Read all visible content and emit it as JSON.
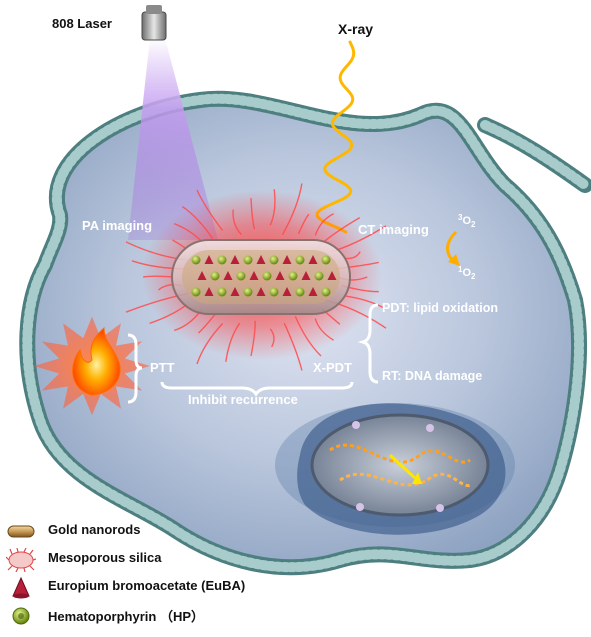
{
  "labels": {
    "laser": "808 Laser",
    "xray": "X-ray",
    "pa_imaging": "PA imaging",
    "ct_imaging": "CT imaging",
    "oxygen_triplet": "3O2",
    "oxygen_singlet": "1O2",
    "pdt": "PDT: lipid oxidation",
    "rt": "RT: DNA damage",
    "ptt": "PTT",
    "xpdt": "X-PDT",
    "inhibit": "Inhibit recurrence"
  },
  "legend": {
    "gold_nanorods": "Gold nanorods",
    "mesoporous_silica": "Mesoporous silica",
    "euba": "Europium bromoacetate (EuBA)",
    "hp": "Hematoporphyrin （HP）"
  },
  "colors": {
    "membrane_bead": "#8fbcbc",
    "membrane_dark": "#3f6f72",
    "cytoplasm": "#b9c6dc",
    "laser_beam": "#b080e0",
    "xray_wave": "#ffb800",
    "glow": "#ff2a2a",
    "fire": "#ff7a00",
    "euba": "#b8203a",
    "hp": "#9bbf2a",
    "gold": "#c89a55"
  }
}
